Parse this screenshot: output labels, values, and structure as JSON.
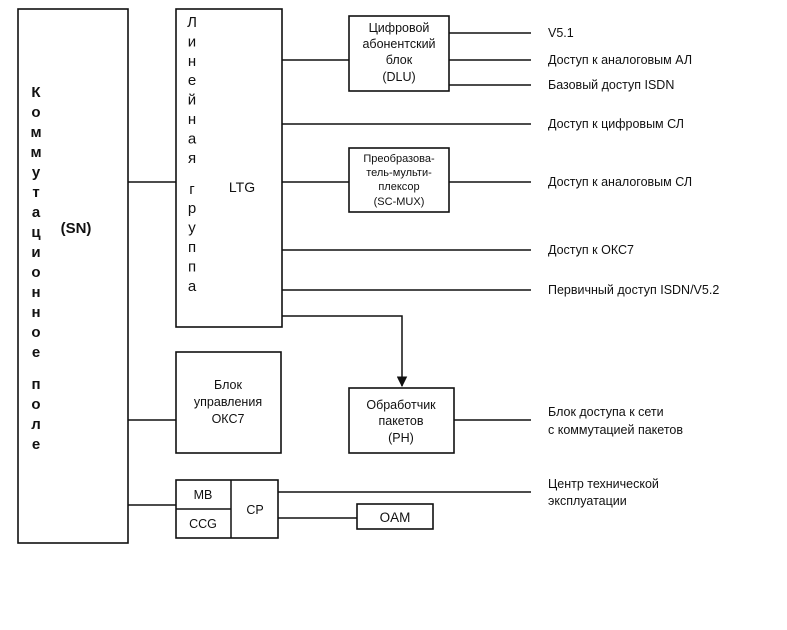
{
  "sn": {
    "vertical_word_1": "Коммутационное",
    "vertical_word_2": "поле",
    "abbr": "(SN)"
  },
  "ltg": {
    "vertical_text": "Линейная группа",
    "abbr": "LTG"
  },
  "dlu": {
    "line1": "Цифровой",
    "line2": "абонентский",
    "line3": "блок",
    "line4": "(DLU)"
  },
  "scmux": {
    "line1": "Преобразова-",
    "line2": "тель-мульти-",
    "line3": "плексор",
    "line4": "(SC-MUX)"
  },
  "okc7_block": {
    "line1": "Блок",
    "line2": "управления",
    "line3": "ОКС7"
  },
  "ph": {
    "line1": "Обработчик",
    "line2": "пакетов",
    "line3": "(PH)"
  },
  "control": {
    "mb": "MB",
    "ccg": "CCG",
    "cp": "CP",
    "oam": "OAM"
  },
  "outputs": {
    "v51": "V5.1",
    "analog_al": "Доступ к аналоговым АЛ",
    "isdn_basic": "Базовый доступ ISDN",
    "digital_sl": "Доступ к цифровым СЛ",
    "analog_sl": "Доступ к аналоговым СЛ",
    "okc7_access": "Доступ к ОКС7",
    "isdn_primary": "Первичный доступ ISDN/V5.2",
    "packet_access_line1": "Блок доступа к сети",
    "packet_access_line2": "с коммутацией пакетов",
    "tech_center_line1": "Центр технической",
    "tech_center_line2": "эксплуатации"
  }
}
